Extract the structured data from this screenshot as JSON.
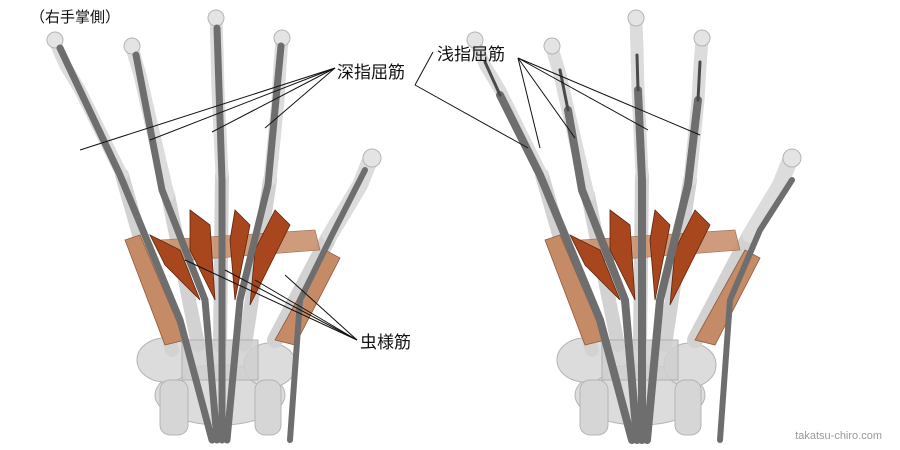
{
  "view_label": "（右手掌側）",
  "labels": {
    "flexor_digitorum_profundus": "深指屈筋",
    "flexor_digitorum_superficialis": "浅指屈筋",
    "lumbricals": "虫様筋"
  },
  "credit": "takatsu-chiro.com",
  "colors": {
    "bone": "#dcdcdc",
    "bone_edge": "#b4b4b4",
    "tendon": "#6e6e6e",
    "tendon_dark": "#4a4a4a",
    "lumbrical": "#a8471e",
    "interossei": "#c58a66",
    "retinaculum": "#cfcfcf",
    "leader": "#111111"
  }
}
